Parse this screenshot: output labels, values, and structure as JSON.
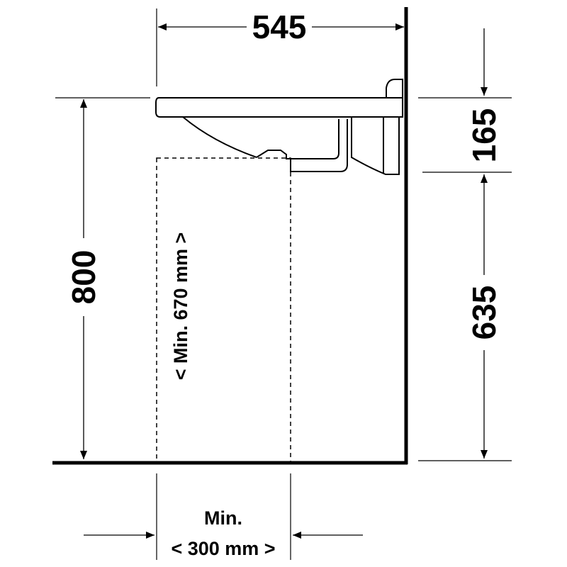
{
  "diagram": {
    "dimensions": {
      "top_width": "545",
      "total_height": "800",
      "basin_depth": "165",
      "clearance_height": "635",
      "min_knee_height": "< Min. 670 mm >",
      "min_knee_depth_prefix": "Min.",
      "min_knee_depth": "< 300 mm >"
    },
    "colors": {
      "line": "#000000",
      "background": "#ffffff"
    }
  }
}
